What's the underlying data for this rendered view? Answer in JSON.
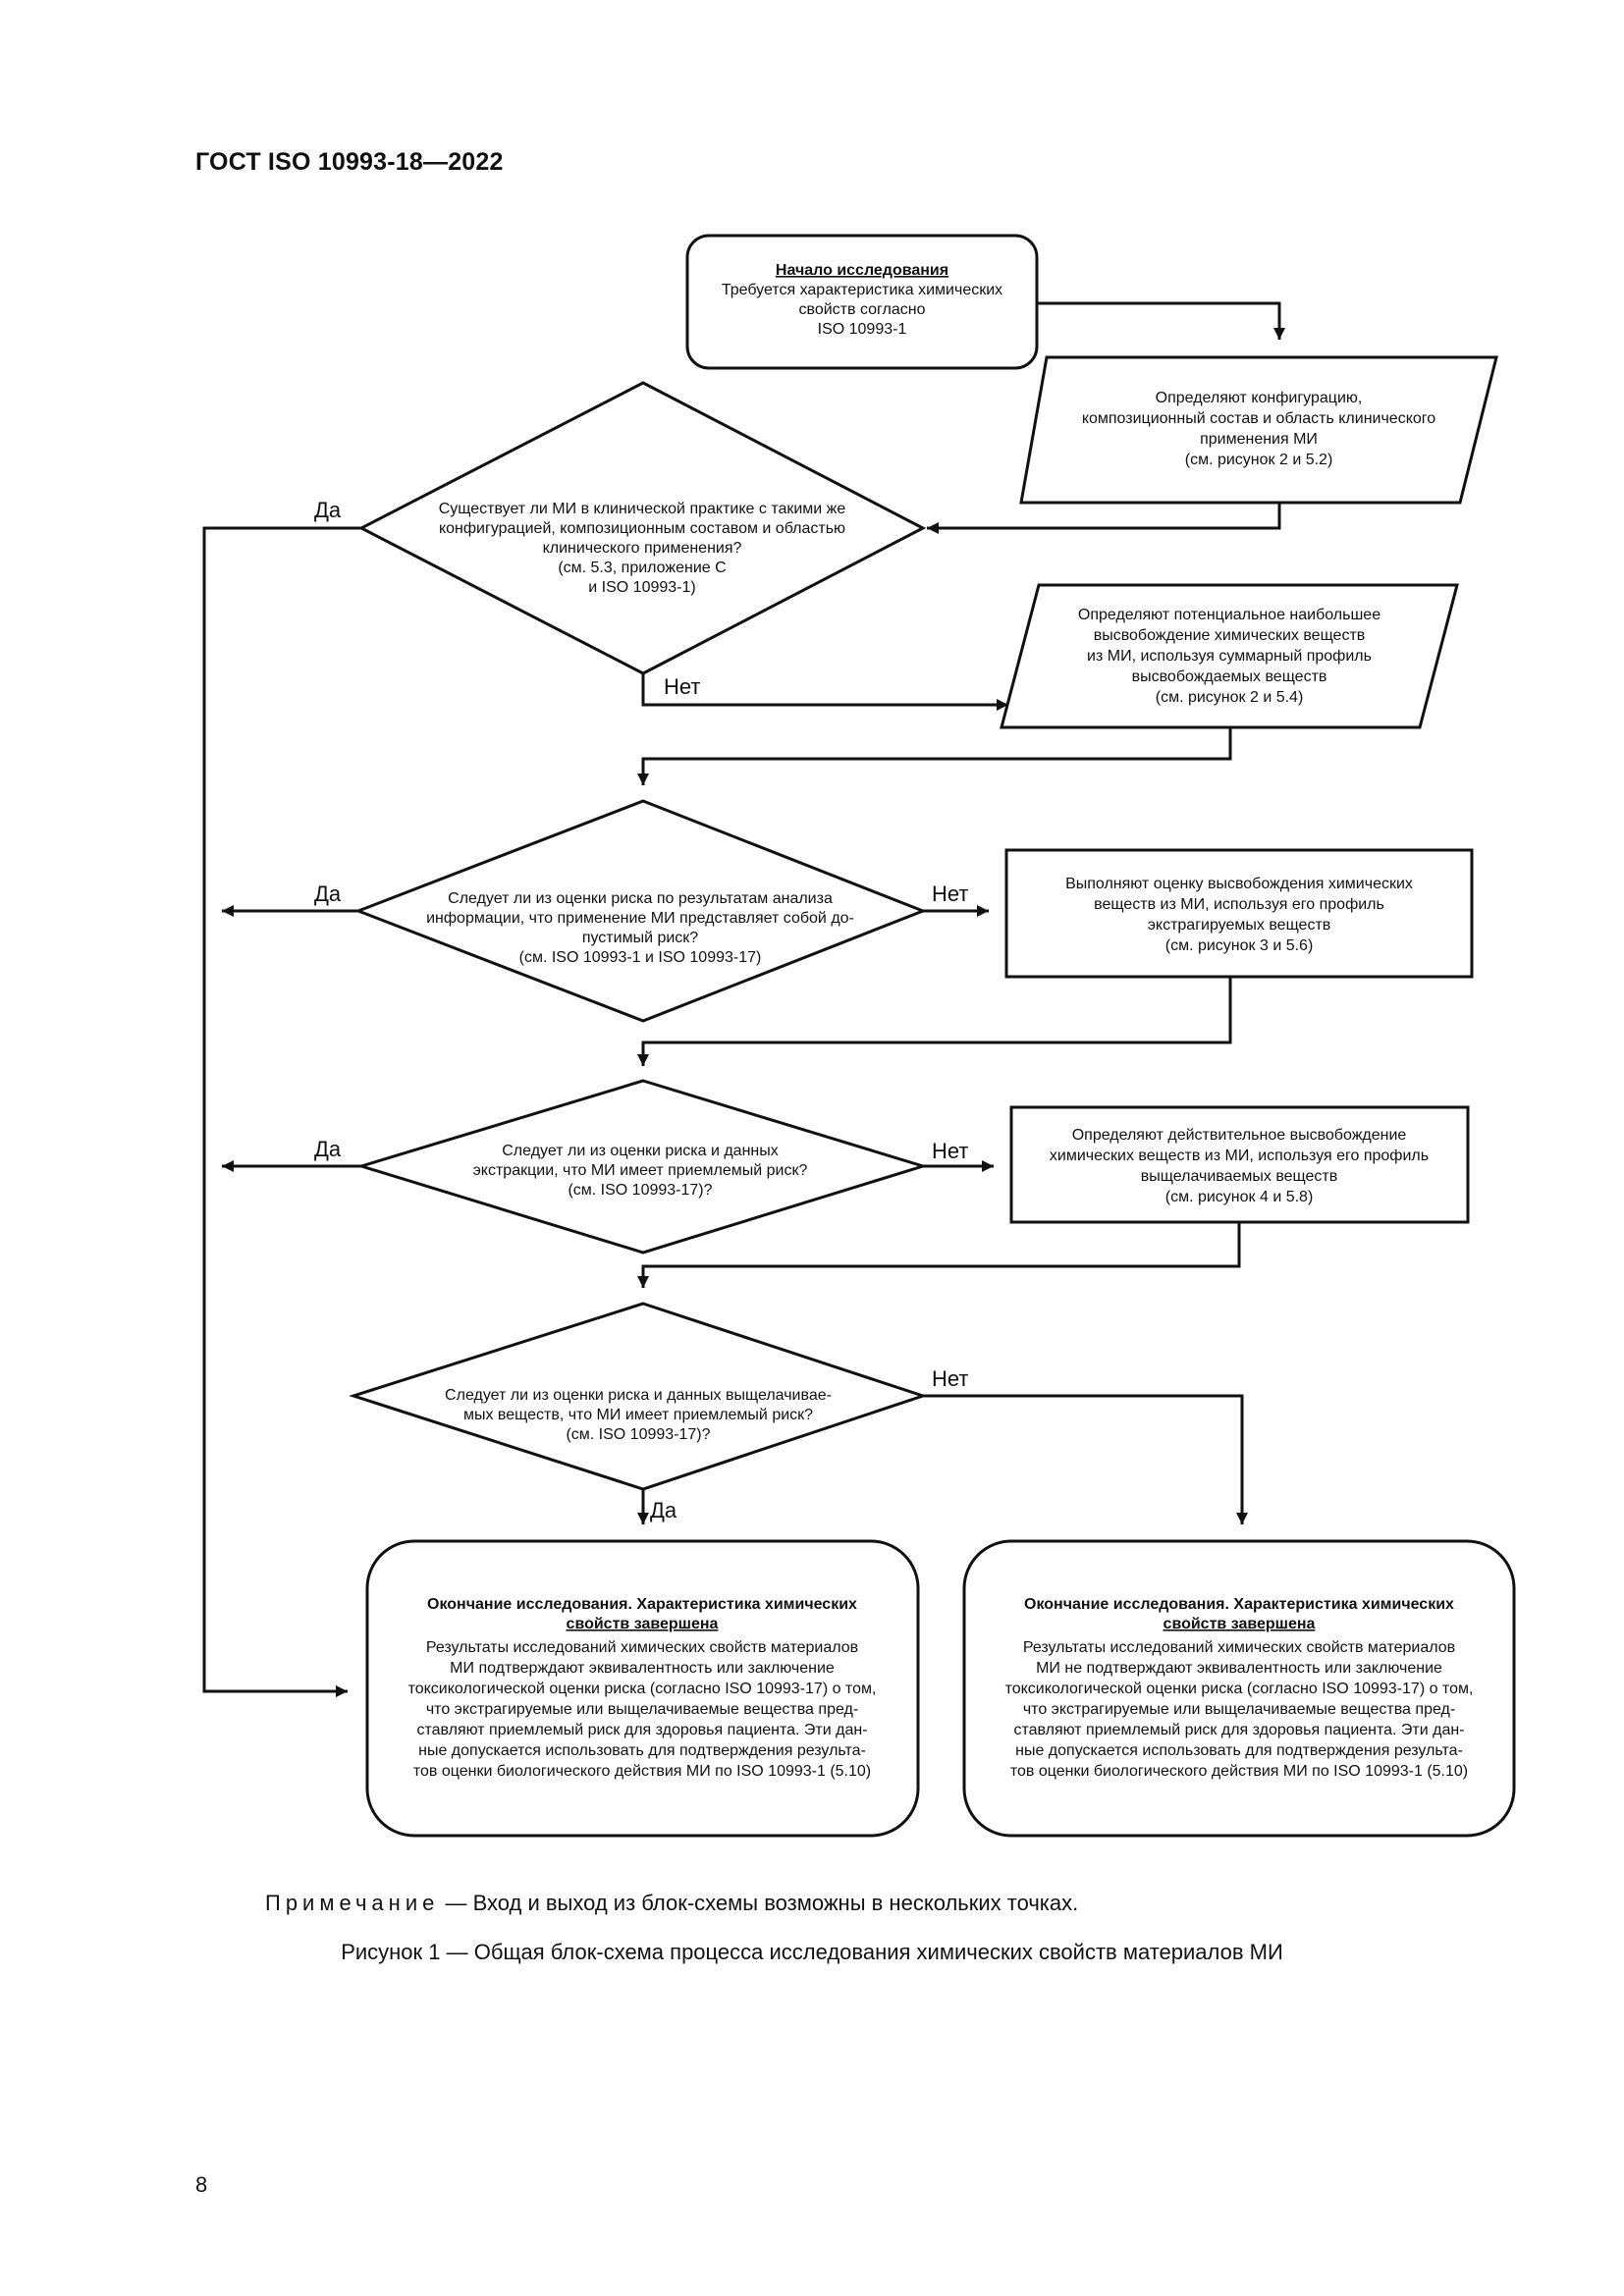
{
  "header": "ГОСТ ISO 10993-18—2022",
  "start": {
    "title": "Начало исследования",
    "lines": [
      "Требуется характеристика химических",
      "свойств согласно",
      "ISO 10993-1"
    ]
  },
  "io1": [
    "Определяют конфигурацию,",
    "композиционный состав и область клинического",
    "применения МИ",
    "(см. рисунок 2 и 5.2)"
  ],
  "d1": [
    "Существует ли МИ в клинической практике с такими же",
    "конфигурацией, композиционным составом и областью",
    "клинического применения?",
    "(см. 5.3, приложение C",
    "и ISO 10993-1)"
  ],
  "io2": [
    "Определяют потенциальное наибольшее",
    "высвобождение химических веществ",
    "из МИ, используя суммарный профиль",
    "высвобождаемых веществ",
    "(см. рисунок 2 и 5.4)"
  ],
  "d2": [
    "Следует ли из оценки риска по результатам анализа",
    "информации, что применение МИ представляет собой до-",
    "пустимый риск?",
    "(см. ISO 10993-1 и ISO 10993-17)"
  ],
  "p1": [
    "Выполняют оценку высвобождения химических",
    "веществ из МИ, используя его профиль",
    "экстрагируемых веществ",
    "(см. рисунок 3 и 5.6)"
  ],
  "d3": [
    "Следует ли из оценки риска и данных",
    "экстракции, что МИ имеет приемлемый риск?",
    "(см. ISO 10993-17)?"
  ],
  "p2": [
    "Определяют действительное высвобождение",
    "химических веществ из МИ, используя его профиль",
    "выщелачиваемых веществ",
    "(см. рисунок 4 и 5.8)"
  ],
  "d4": [
    "Следует ли из оценки риска и данных выщелачивае-",
    "мых веществ, что МИ имеет приемлемый риск?",
    "(см. ISO 10993-17)?"
  ],
  "end_left": {
    "title": [
      "Окончание исследования. Характеристика химических",
      "свойств завершена"
    ],
    "lines": [
      "Результаты исследований химических свойств материалов",
      "МИ подтверждают эквивалентность или заключение",
      "токсикологической оценки риска (согласно ISO 10993-17) о том,",
      "что экстрагируемые или выщелачиваемые вещества пред-",
      "ставляют приемлемый риск для здоровья пациента. Эти дан-",
      "ные допускается использовать для подтверждения результа-",
      "тов оценки биологического действия МИ по ISO 10993-1 (5.10)"
    ]
  },
  "end_right": {
    "title": [
      "Окончание исследования. Характеристика химических",
      "свойств завершена"
    ],
    "lines": [
      "Результаты исследований химических свойств материалов",
      "МИ не подтверждают эквивалентность или заключение",
      "токсикологической оценки риска (согласно ISO 10993-17) о том,",
      "что экстрагируемые или выщелачиваемые вещества пред-",
      "ставляют приемлемый риск для здоровья пациента. Эти дан-",
      "ные допускается использовать для подтверждения результа-",
      "тов оценки биологического действия МИ по ISO 10993-1 (5.10)"
    ]
  },
  "labels": {
    "yes": "Да",
    "no": "Нет"
  },
  "note_prefix": "Примечание",
  "note_text": " — Вход и выход из блок-схемы возможны в нескольких точках.",
  "figure_caption": "Рисунок 1 — Общая блок-схема процесса исследования химических свойств материалов МИ",
  "page_number": "8"
}
